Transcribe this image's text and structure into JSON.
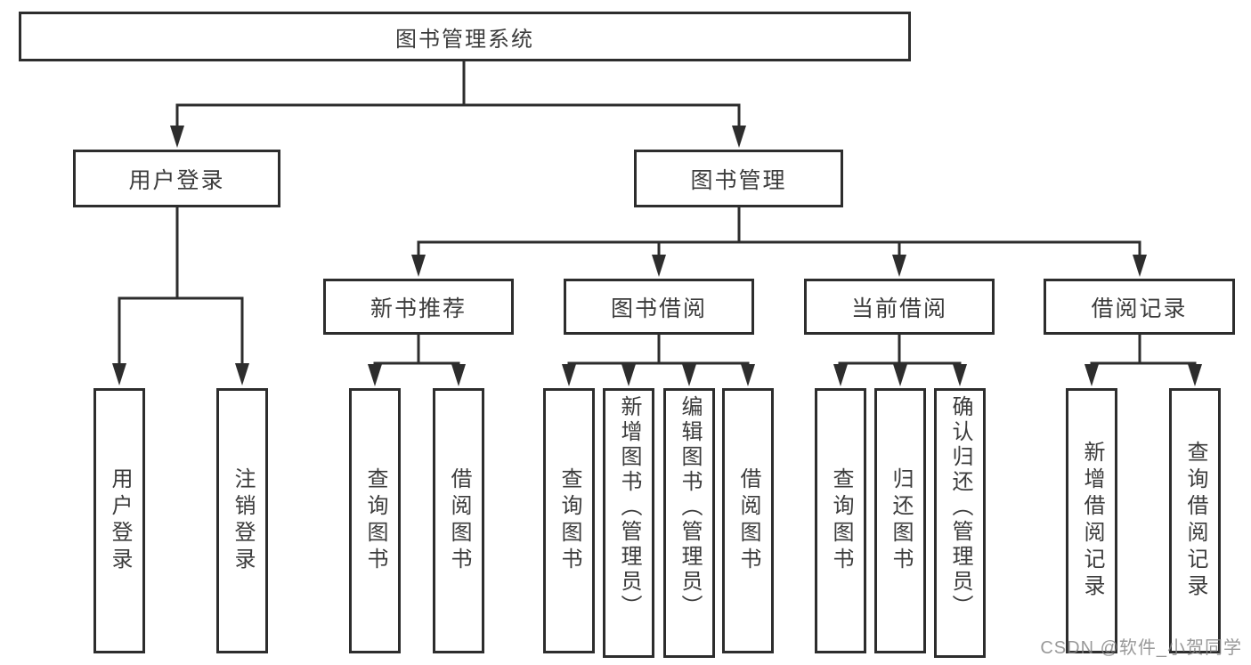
{
  "diagram": {
    "title": "图书管理系统",
    "root": {
      "label": "图书管理系统"
    },
    "level2": [
      {
        "label": "用户登录"
      },
      {
        "label": "图书管理"
      }
    ],
    "level3": [
      {
        "label": "新书推荐"
      },
      {
        "label": "图书借阅"
      },
      {
        "label": "当前借阅"
      },
      {
        "label": "借阅记录"
      }
    ],
    "leaves": {
      "user_login": [
        {
          "label": "用户登录"
        },
        {
          "label": "注销登录"
        }
      ],
      "new_book_recommendation": [
        {
          "label": "查询图书"
        },
        {
          "label": "借阅图书"
        }
      ],
      "book_borrowing": [
        {
          "label": "查询图书"
        },
        {
          "label": "新增图书（管理员）"
        },
        {
          "label": "编辑图书（管理员）"
        },
        {
          "label": "借阅图书"
        }
      ],
      "current_borrowing": [
        {
          "label": "查询图书"
        },
        {
          "label": "归还图书"
        },
        {
          "label": "确认归还（管理员）"
        }
      ],
      "borrowing_records": [
        {
          "label": "新增借阅记录"
        },
        {
          "label": "查询借阅记录"
        }
      ]
    }
  },
  "watermark": {
    "text": "CSDN @软件_小贺同学"
  },
  "colors": {
    "line": "#2d2d2d",
    "text": "#3c3c3c",
    "background": "#ffffff",
    "watermark": "#828282"
  }
}
